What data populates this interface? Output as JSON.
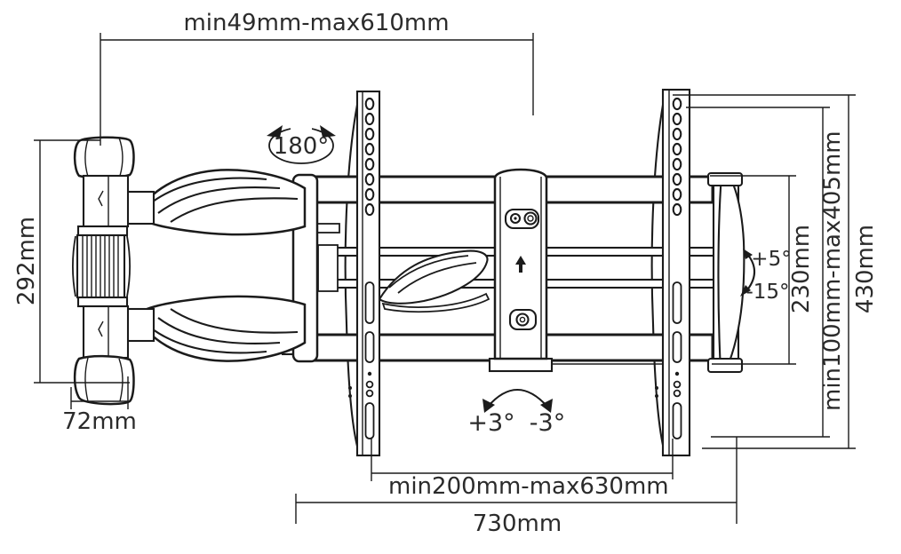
{
  "labels": {
    "extension_range": "min49mm-max610mm",
    "swivel_angle": "180°",
    "wall_plate_height": "292mm",
    "wall_plate_depth": "72mm",
    "tilt_up": "+5°",
    "tilt_down": "-15°",
    "bracket_height": "230mm",
    "vesa_height_range": "min100mm-max405mm",
    "total_height": "430mm",
    "level_adjust_positive": "+3°",
    "level_adjust_negative": "-3°",
    "vesa_width_range": "min200mm-max630mm",
    "total_width": "730mm"
  },
  "colors": {
    "line": "#1b1b1b",
    "background": "#ffffff",
    "text": "#2b2b2b"
  }
}
